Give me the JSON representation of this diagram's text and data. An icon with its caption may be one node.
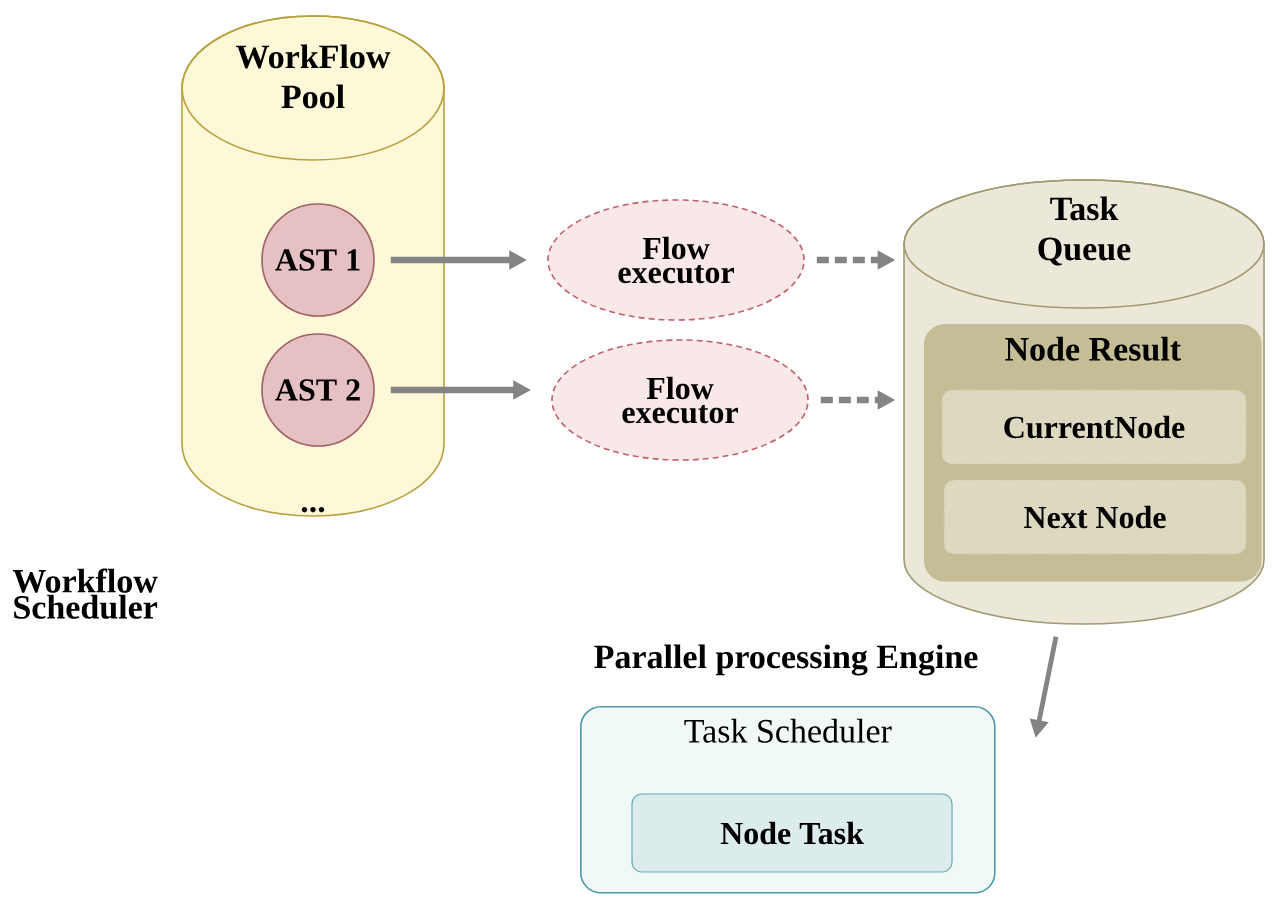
{
  "diagram": {
    "nodes": [
      {
        "text": [
          "WorkFlow Pool",
          "..."
        ]
      },
      {
        "text": [
          "AST 1"
        ],
        "in": 0
      },
      {
        "text": [
          "AST 2"
        ],
        "in": 0
      },
      {
        "text": [
          "Flow executor"
        ]
      },
      {
        "text": [
          "Flow executor"
        ]
      },
      {
        "text": [
          "Task Queue"
        ]
      },
      {
        "text": [
          "Node Result"
        ],
        "in": 5
      },
      {
        "text": [
          "CurrentNode"
        ],
        "in": 6
      },
      {
        "text": [
          "Next Node"
        ],
        "in": 6
      },
      {
        "text": [
          "Task Scheduler"
        ]
      },
      {
        "text": [
          "Node Task"
        ],
        "in": 9
      }
    ],
    "edges": [
      {
        "from": 1,
        "to": 3,
        "arrow": "to"
      },
      {
        "from": 2,
        "to": 4,
        "arrow": "to"
      },
      {
        "from": 3,
        "to": 5,
        "arrow": "to",
        "style": "dashed"
      },
      {
        "from": 4,
        "to": 5,
        "arrow": "to",
        "style": "dashed"
      },
      {
        "from": 5,
        "to": 9,
        "arrow": "to"
      }
    ],
    "labels": [
      "Workflow Scheduler",
      "Parallel processing Engine"
    ]
  }
}
